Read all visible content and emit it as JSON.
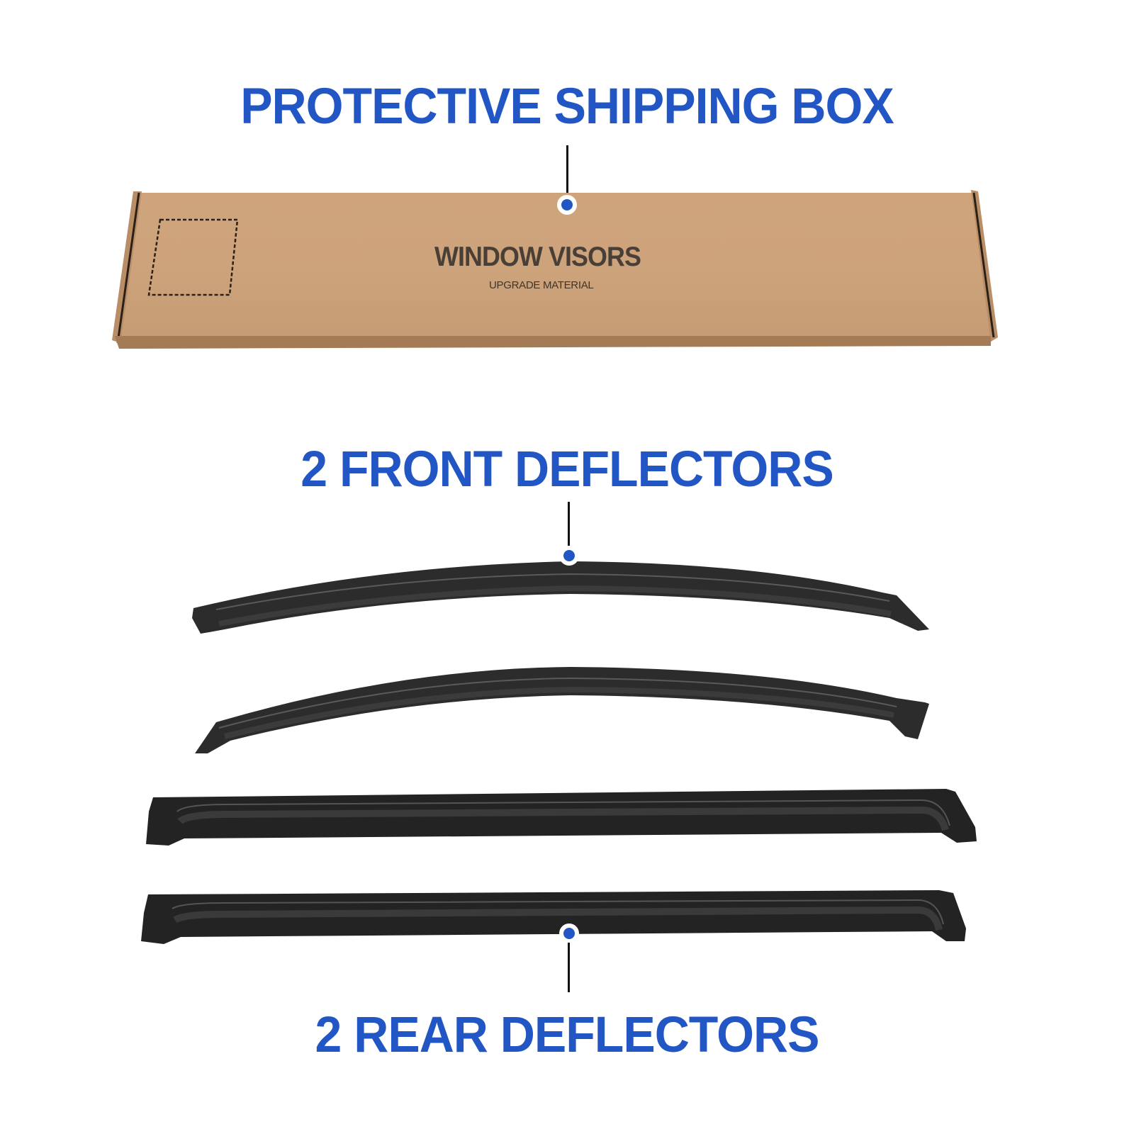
{
  "headings": {
    "box": "PROTECTIVE SHIPPING BOX",
    "front": "2 FRONT DEFLECTORS",
    "rear": "2 REAR DEFLECTORS"
  },
  "box": {
    "print_title": "WINDOW VISORS",
    "print_subtitle": "UPGRADE MATERIAL",
    "label_area": "dashed-label-square"
  },
  "items": [
    {
      "name": "front-deflector",
      "count": 2
    },
    {
      "name": "rear-deflector",
      "count": 2
    }
  ],
  "colors": {
    "accent": "#2156c4",
    "cardboard": "#c9a27a",
    "deflector": "#2b2b2b",
    "leader": "#111111",
    "background": "#ffffff"
  }
}
